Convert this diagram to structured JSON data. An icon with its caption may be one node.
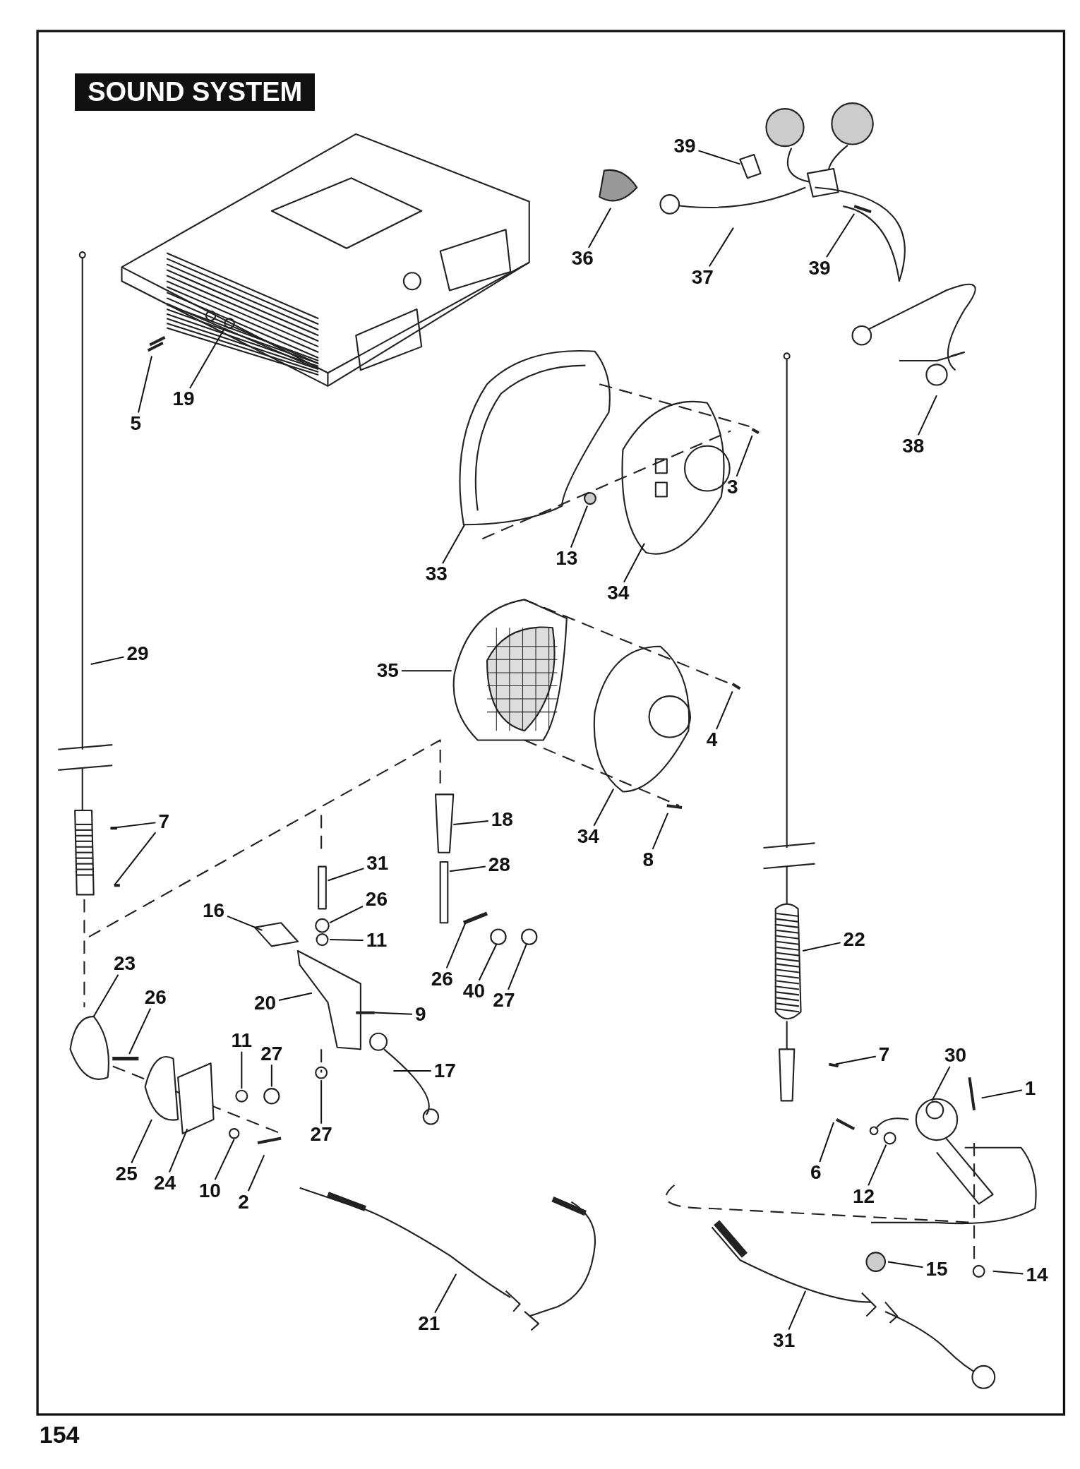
{
  "diagram": {
    "title": "SOUND SYSTEM",
    "nodes": [
      {
        "text": [
          "39"
        ]
      },
      {
        "text": [
          "36"
        ]
      },
      {
        "text": [
          "37"
        ]
      },
      {
        "text": [
          "39"
        ]
      },
      {
        "text": [
          "5"
        ]
      },
      {
        "text": [
          "19"
        ]
      },
      {
        "text": [
          "38"
        ]
      },
      {
        "text": [
          "3"
        ]
      },
      {
        "text": [
          "33"
        ]
      },
      {
        "text": [
          "13"
        ]
      },
      {
        "text": [
          "34"
        ]
      },
      {
        "text": [
          "29"
        ]
      },
      {
        "text": [
          "35"
        ]
      },
      {
        "text": [
          "4"
        ]
      },
      {
        "text": [
          "34"
        ]
      },
      {
        "text": [
          "8"
        ]
      },
      {
        "text": [
          "7"
        ]
      },
      {
        "text": [
          "18"
        ]
      },
      {
        "text": [
          "31"
        ]
      },
      {
        "text": [
          "28"
        ]
      },
      {
        "text": [
          "26"
        ]
      },
      {
        "text": [
          "16"
        ]
      },
      {
        "text": [
          "11"
        ]
      },
      {
        "text": [
          "22"
        ]
      },
      {
        "text": [
          "23"
        ]
      },
      {
        "text": [
          "26"
        ]
      },
      {
        "text": [
          "40"
        ]
      },
      {
        "text": [
          "27"
        ]
      },
      {
        "text": [
          "26"
        ]
      },
      {
        "text": [
          "20"
        ]
      },
      {
        "text": [
          "9"
        ]
      },
      {
        "text": [
          "11"
        ]
      },
      {
        "text": [
          "27"
        ]
      },
      {
        "text": [
          "30"
        ]
      },
      {
        "text": [
          "7"
        ]
      },
      {
        "text": [
          "17"
        ]
      },
      {
        "text": [
          "1"
        ]
      },
      {
        "text": [
          "27"
        ]
      },
      {
        "text": [
          "6"
        ]
      },
      {
        "text": [
          "12"
        ]
      },
      {
        "text": [
          "25"
        ]
      },
      {
        "text": [
          "24"
        ]
      },
      {
        "text": [
          "10"
        ]
      },
      {
        "text": [
          "2"
        ]
      },
      {
        "text": [
          "15"
        ]
      },
      {
        "text": [
          "14"
        ]
      },
      {
        "text": [
          "21"
        ]
      },
      {
        "text": [
          "31"
        ]
      }
    ],
    "edges": [
      {
        "from": 0,
        "to": null,
        "arrow": "none"
      },
      {
        "from": 1,
        "to": null,
        "arrow": "none"
      },
      {
        "from": 2,
        "to": null,
        "arrow": "none"
      },
      {
        "from": 3,
        "to": null,
        "arrow": "none"
      },
      {
        "from": 4,
        "to": null,
        "arrow": "none"
      },
      {
        "from": 5,
        "to": null,
        "arrow": "none"
      },
      {
        "from": 6,
        "to": null,
        "arrow": "none"
      },
      {
        "from": 7,
        "to": null,
        "arrow": "none"
      },
      {
        "from": 8,
        "to": null,
        "arrow": "none"
      },
      {
        "from": 9,
        "to": null,
        "arrow": "none"
      },
      {
        "from": 10,
        "to": null,
        "arrow": "none"
      },
      {
        "from": 11,
        "to": null,
        "arrow": "none"
      },
      {
        "from": 12,
        "to": null,
        "arrow": "none"
      },
      {
        "from": 13,
        "to": null,
        "arrow": "none"
      },
      {
        "from": 14,
        "to": null,
        "arrow": "none"
      },
      {
        "from": 15,
        "to": null,
        "arrow": "none"
      },
      {
        "from": 16,
        "to": null,
        "arrow": "none"
      },
      {
        "from": 16,
        "to": null,
        "arrow": "none"
      },
      {
        "from": 17,
        "to": null,
        "arrow": "none"
      },
      {
        "from": 18,
        "to": null,
        "arrow": "none"
      },
      {
        "from": 19,
        "to": null,
        "arrow": "none"
      },
      {
        "from": 20,
        "to": null,
        "arrow": "none"
      },
      {
        "from": 21,
        "to": null,
        "arrow": "none"
      },
      {
        "from": 22,
        "to": null,
        "arrow": "none"
      },
      {
        "from": 23,
        "to": null,
        "arrow": "none"
      },
      {
        "from": 24,
        "to": null,
        "arrow": "none"
      },
      {
        "from": 25,
        "to": null,
        "arrow": "none"
      },
      {
        "from": 26,
        "to": null,
        "arrow": "none"
      },
      {
        "from": 27,
        "to": null,
        "arrow": "none"
      },
      {
        "from": 28,
        "to": null,
        "arrow": "none"
      },
      {
        "from": 29,
        "to": null,
        "arrow": "none"
      },
      {
        "from": 30,
        "to": null,
        "arrow": "none"
      },
      {
        "from": 31,
        "to": null,
        "arrow": "none"
      },
      {
        "from": 32,
        "to": null,
        "arrow": "none"
      },
      {
        "from": 33,
        "to": null,
        "arrow": "none"
      },
      {
        "from": 34,
        "to": null,
        "arrow": "none"
      },
      {
        "from": 35,
        "to": null,
        "arrow": "none"
      },
      {
        "from": 36,
        "to": null,
        "arrow": "none"
      },
      {
        "from": 37,
        "to": null,
        "arrow": "none"
      },
      {
        "from": 38,
        "to": null,
        "arrow": "none"
      },
      {
        "from": 39,
        "to": null,
        "arrow": "none"
      },
      {
        "from": 40,
        "to": null,
        "arrow": "none"
      },
      {
        "from": 41,
        "to": null,
        "arrow": "none"
      },
      {
        "from": 42,
        "to": null,
        "arrow": "none"
      },
      {
        "from": 43,
        "to": null,
        "arrow": "none"
      },
      {
        "from": 44,
        "to": null,
        "arrow": "none"
      },
      {
        "from": 45,
        "to": null,
        "arrow": "none"
      },
      {
        "from": 46,
        "to": null,
        "arrow": "none"
      },
      {
        "from": 47,
        "to": null,
        "arrow": "none"
      }
    ],
    "labels": [
      "154"
    ]
  }
}
